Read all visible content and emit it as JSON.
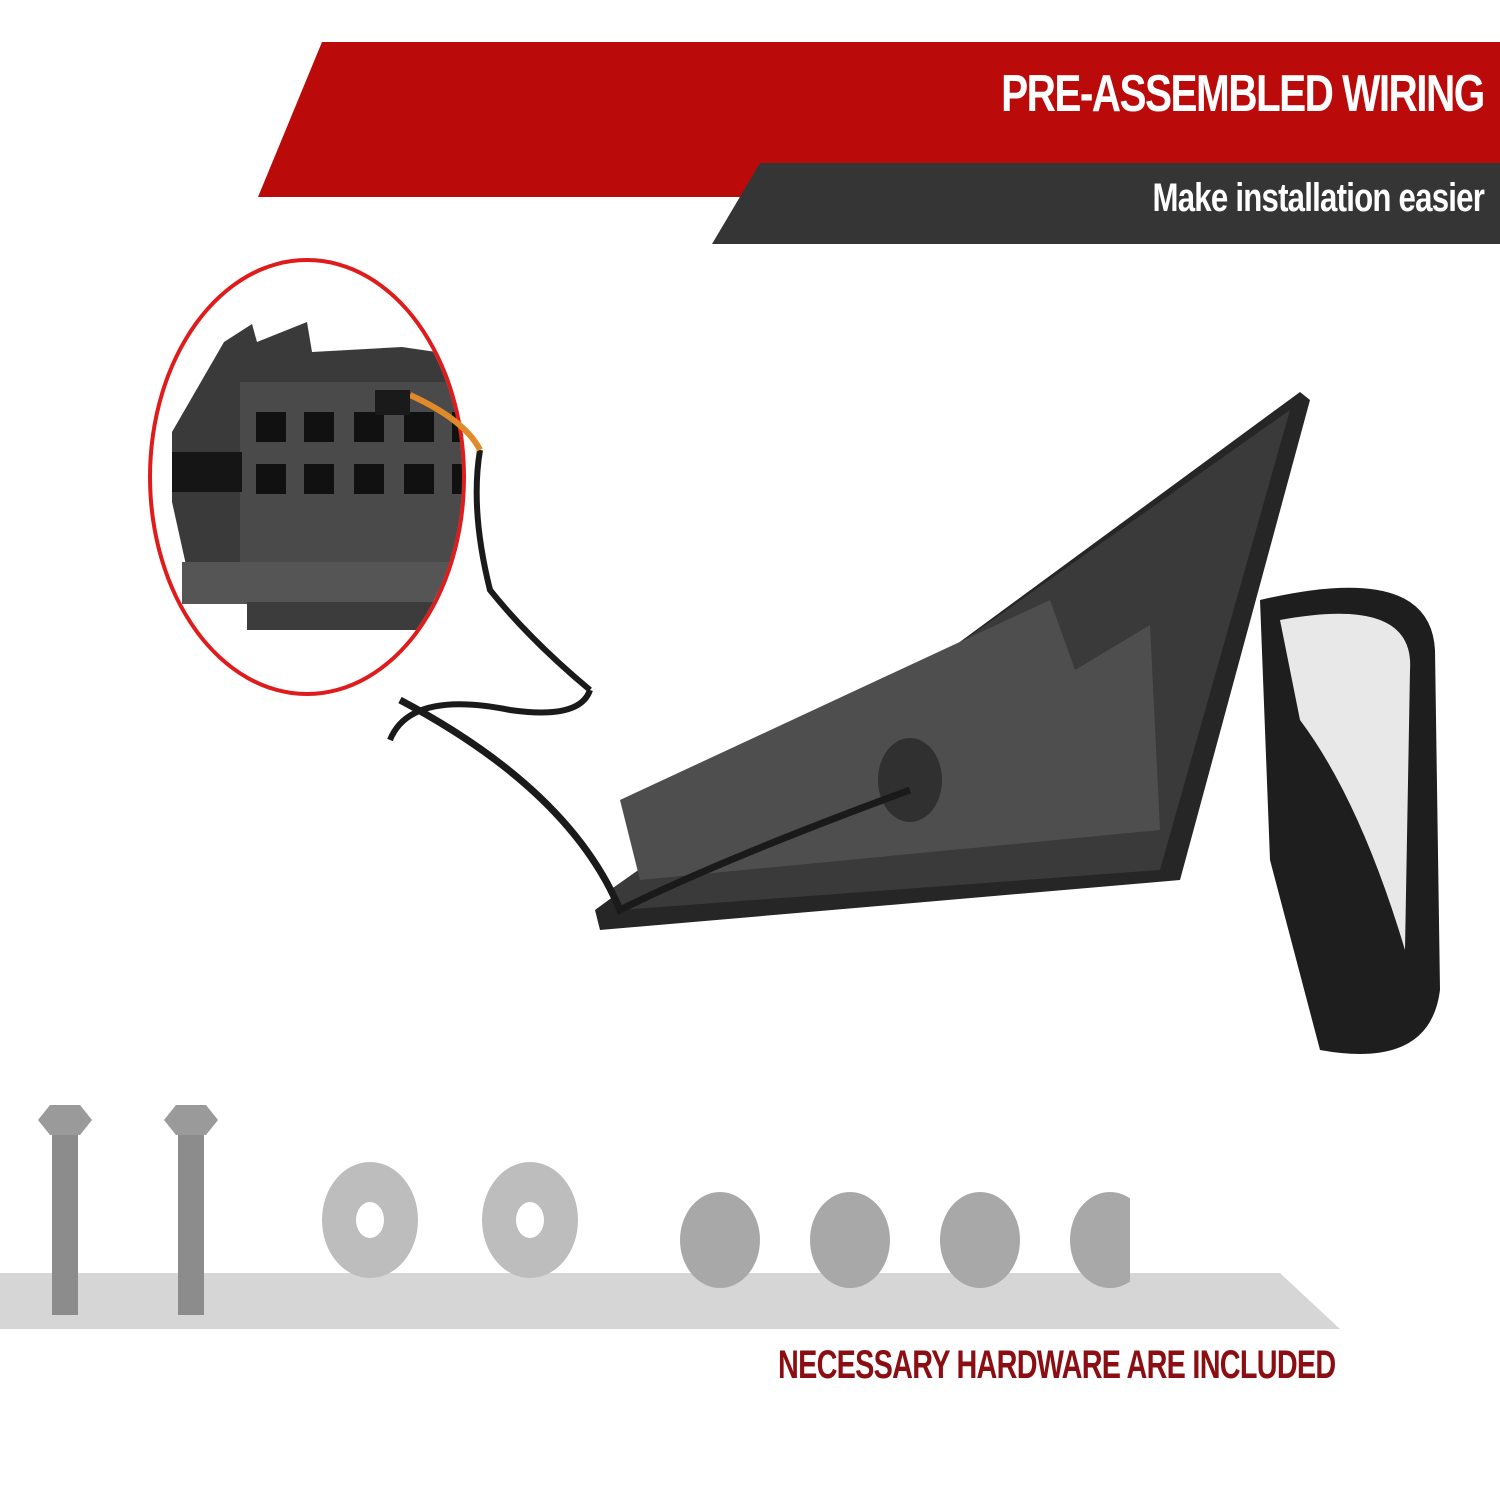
{
  "banner": {
    "title": "PRE-ASSEMBLED WIRING",
    "subtitle": "Make installation easier",
    "colors": {
      "primary": "#bb0a0a",
      "secondary": "#353535",
      "text": "#ffffff"
    }
  },
  "inset": {
    "subject": "10-pin wiring connector close-up",
    "border_color": "#e01b1b"
  },
  "product": {
    "subject": "side mirror with wiring harness"
  },
  "hardware": {
    "items": [
      {
        "type": "bolt",
        "count": 2
      },
      {
        "type": "washer",
        "count": 2
      },
      {
        "type": "nut",
        "count": 4
      }
    ],
    "caption": "NECESSARY HARDWARE ARE INCLUDED",
    "caption_color": "#8a0e12"
  }
}
